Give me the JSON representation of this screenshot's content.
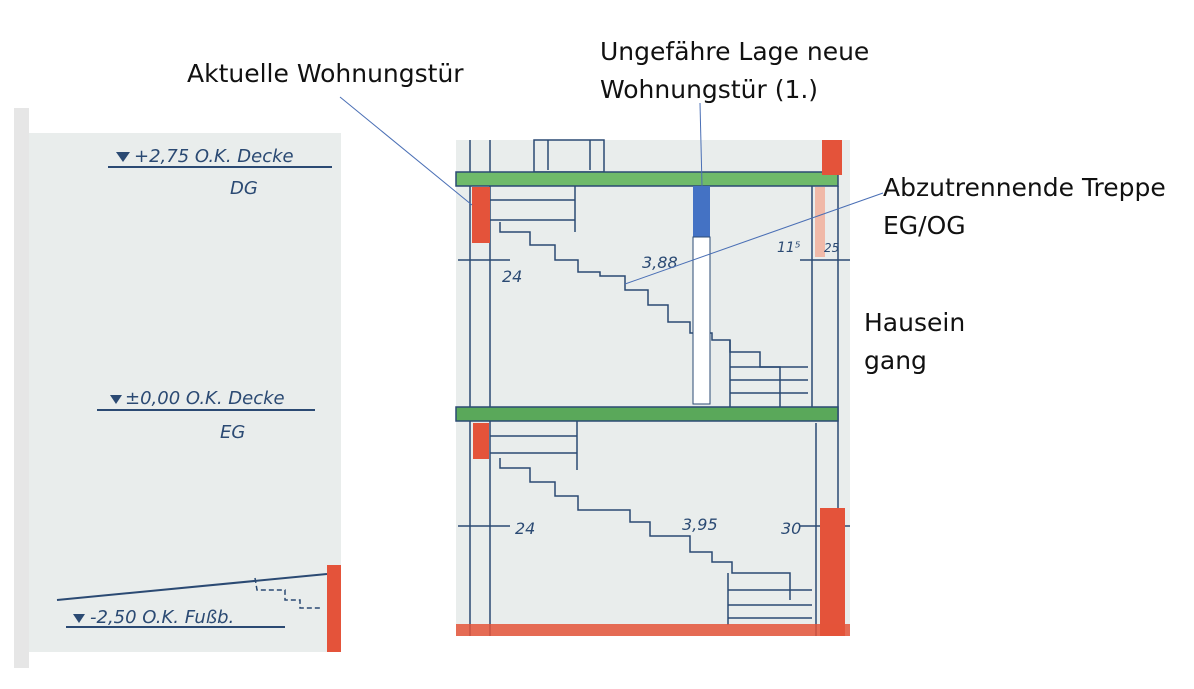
{
  "annotations": {
    "current_door": "Aktuelle Wohnungstür",
    "new_door_line1": "Ungefähre Lage neue",
    "new_door_line2": "Wohnungstür (1.)",
    "stair_line1": "Abzutrennende Treppe",
    "stair_line2": "EG/OG",
    "entrance_line1": "Hausein",
    "entrance_line2": "gang"
  },
  "levels": [
    {
      "label": "+2,75 O.K. Decke",
      "floor": "DG"
    },
    {
      "label": "±0,00 O.K. Decke",
      "floor": "EG"
    },
    {
      "label": "-2,50 O.K. Fußb.",
      "floor": ""
    }
  ],
  "dimensions": {
    "upper_left": "24",
    "upper_stair": "3,88",
    "upper_right": "11⁵",
    "upper_right2": "25",
    "lower_left": "24",
    "lower_stair": "3,95",
    "lower_right": "30"
  },
  "colors": {
    "slab": "#6fba6a",
    "wall": "#e4533a",
    "new_door": "#4472c4",
    "ink": "#2b4a73",
    "leader": "#4a6fb5",
    "paper": "#e9edec"
  }
}
